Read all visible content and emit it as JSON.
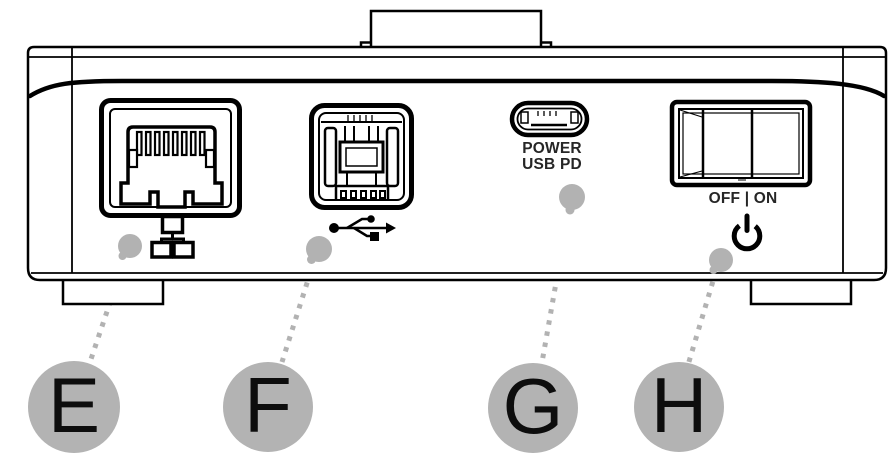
{
  "diagram": {
    "type": "hardware-rear-panel-callout-diagram",
    "labels": {
      "usb_c_port": "POWER\nUSB PD",
      "power_switch": "OFF | ON"
    },
    "callouts": [
      {
        "letter": "E",
        "target": "ethernet-port"
      },
      {
        "letter": "F",
        "target": "usb-port"
      },
      {
        "letter": "G",
        "target": "usb-c-power-port"
      },
      {
        "letter": "H",
        "target": "power-switch"
      }
    ],
    "icons": [
      "ethernet-icon",
      "usb-icon",
      "power-icon"
    ],
    "colors": {
      "line": "#000000",
      "callout_fill": "#b3b3b3",
      "leader": "#b2b2b2",
      "label_text": "#262626",
      "background": "#ffffff"
    }
  }
}
